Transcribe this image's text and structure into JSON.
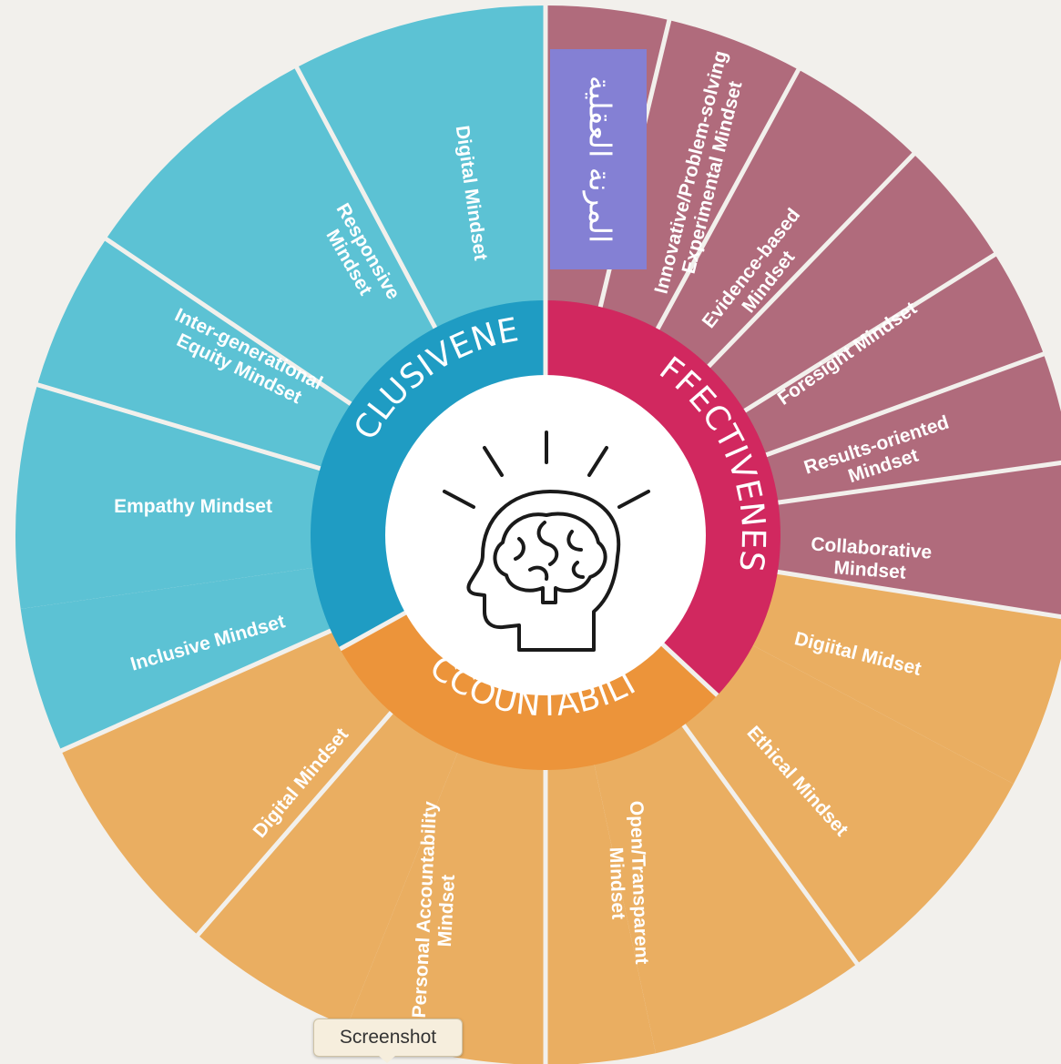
{
  "colors": {
    "background": "#f2f0ec",
    "separator": "#f2f0ec",
    "inclusiveness_outer": "#5cc2d4",
    "inclusiveness_ring": "#1f9cc3",
    "effectiveness_outer": "#b06b7c",
    "effectiveness_ring": "#d1285f",
    "accountability_outer": "#eaae61",
    "accountability_ring": "#ec943a",
    "center": "#ffffff",
    "icon": "#1a1a1a",
    "arabic_note": "#8480d4"
  },
  "center_icon": "head-brain-icon",
  "pillars": [
    {
      "id": "effectiveness",
      "label": "EFFECTIVENESS"
    },
    {
      "id": "accountability",
      "label": "ACCOUNTABILITY"
    },
    {
      "id": "inclusiveness",
      "label": "INCLUSIVENESS"
    }
  ],
  "segments": [
    {
      "group": "effectiveness",
      "lines": []
    },
    {
      "group": "effectiveness",
      "lines": [
        "Innovative/Problem-solving",
        "Experimental Mindset"
      ]
    },
    {
      "group": "effectiveness",
      "lines": [
        "Evidence-based",
        "Mindset"
      ]
    },
    {
      "group": "effectiveness",
      "lines": [
        "Foresight Mindset"
      ]
    },
    {
      "group": "effectiveness",
      "lines": [
        "Results-oriented",
        "Mindset"
      ]
    },
    {
      "group": "effectiveness",
      "lines": [
        "Collaborative",
        "Mindset"
      ]
    },
    {
      "group": "effectiveness",
      "lines": [
        "Digiital Midset"
      ]
    },
    {
      "group": "accountability",
      "lines": [
        "Ethical Mindset"
      ]
    },
    {
      "group": "accountability",
      "lines": [
        "Open/Transparent",
        "Mindset"
      ]
    },
    {
      "group": "accountability",
      "lines": [
        "Personal Accountability",
        "Mindset"
      ]
    },
    {
      "group": "accountability",
      "lines": [
        "Digital Mindset"
      ]
    },
    {
      "group": "inclusiveness",
      "lines": [
        "Inclusive Mindset"
      ]
    },
    {
      "group": "inclusiveness",
      "lines": [
        "Empathy Mindset"
      ]
    },
    {
      "group": "inclusiveness",
      "lines": [
        "Inter-generational",
        "Equity Mindset"
      ]
    },
    {
      "group": "inclusiveness",
      "lines": [
        "Responsive",
        "Mindset"
      ]
    },
    {
      "group": "inclusiveness",
      "lines": [
        "Digital Mindset"
      ]
    }
  ],
  "arabic_note": {
    "text": "المرنة العقلية"
  },
  "tooltip": {
    "label": "Screenshot"
  }
}
